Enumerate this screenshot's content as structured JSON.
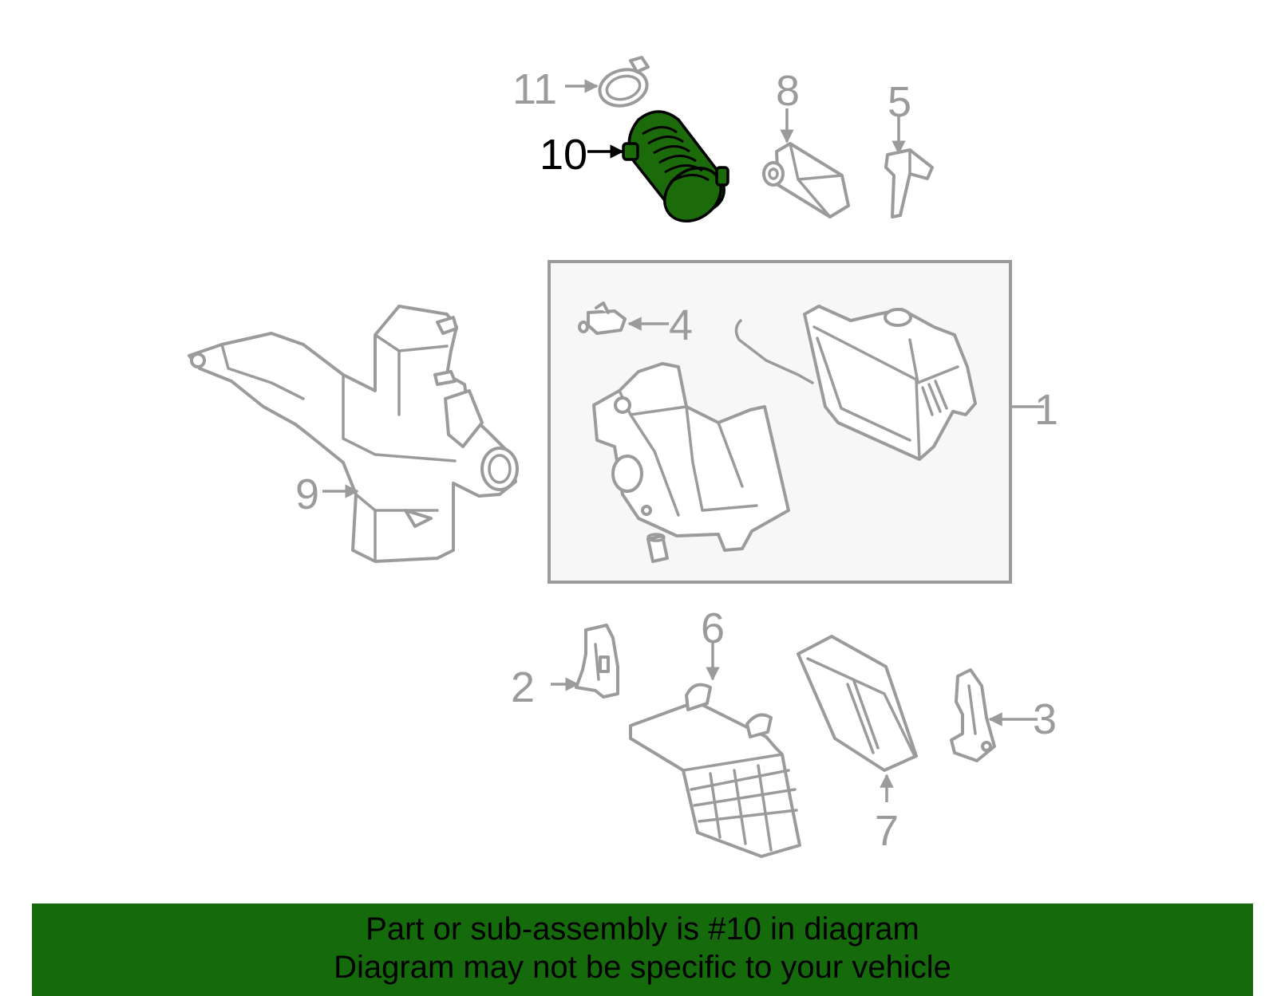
{
  "diagram": {
    "callouts": [
      {
        "id": "1",
        "label": "1"
      },
      {
        "id": "2",
        "label": "2"
      },
      {
        "id": "3",
        "label": "3"
      },
      {
        "id": "4",
        "label": "4"
      },
      {
        "id": "5",
        "label": "5"
      },
      {
        "id": "6",
        "label": "6"
      },
      {
        "id": "7",
        "label": "7"
      },
      {
        "id": "8",
        "label": "8"
      },
      {
        "id": "9",
        "label": "9"
      },
      {
        "id": "10",
        "label": "10",
        "highlighted": true
      },
      {
        "id": "11",
        "label": "11"
      }
    ],
    "highlight_color": "#1c6b0a",
    "line_color": "#9b9b9b",
    "assembly_box_fill": "#f7f7f7"
  },
  "banner": {
    "line1": "Part or sub-assembly is #10 in diagram",
    "line2": "Diagram may not be specific to your vehicle",
    "background": "#156b0c"
  }
}
